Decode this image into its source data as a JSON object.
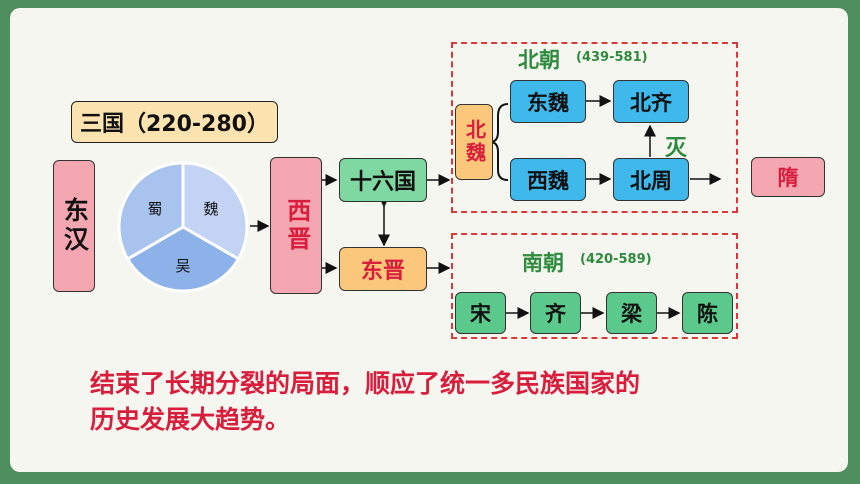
{
  "three_kingdoms": {
    "label": "三国（220-280）",
    "shu": "蜀",
    "wei": "魏",
    "wu": "吴"
  },
  "dong_han": "东汉",
  "xi_jin": "西晋",
  "shiliu_guo": "十六国",
  "dong_jin": "东晋",
  "bei_wei": "北魏",
  "northern": {
    "title": "北朝",
    "range": "(439-581)",
    "dong_wei": "东魏",
    "bei_qi": "北齐",
    "xi_wei": "西魏",
    "bei_zhou": "北周",
    "mie": "灭"
  },
  "sui": "隋",
  "southern": {
    "title": "南朝",
    "range": "(420-589)",
    "song": "宋",
    "qi": "齐",
    "liang": "梁",
    "chen": "陈"
  },
  "summary": {
    "line1": "结束了长期分裂的局面，顺应了统一多民族国家的",
    "line2": "历史发展大趋势。"
  },
  "colors": {
    "background": "#4f8f5e",
    "accent_red": "#d81e3c",
    "title_green": "#2e8b3e",
    "pink": "#f4a6b1",
    "orange": "#fbc77a",
    "blue": "#3fb8ec",
    "green_box": "#7fd7a1",
    "dashed_border": "#d83a3a"
  }
}
